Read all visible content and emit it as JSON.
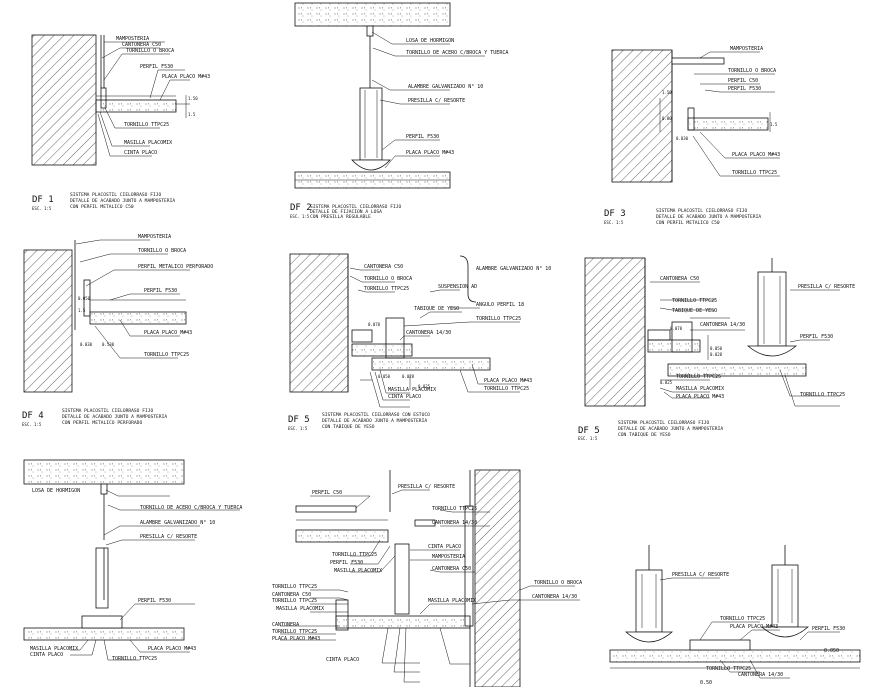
{
  "sheet": {
    "details": [
      {
        "id": "df1",
        "title": "DF 1",
        "scale": "ESC. 1:5",
        "caption": [
          "SISTEMA PLACOSTIL CIELORRASO FIJO",
          "DETALLE DE ACABADO JUNTO A MAMPOSTERIA",
          "CON PERFIL METALICO C50"
        ],
        "labels": [
          "MAMPOSTERIA",
          "CANTONERA C50",
          "TORNILLO O BROCA",
          "PERFIL F530",
          "PLACA PLACO M#43",
          "TORNILLO TTPC25",
          "MASILLA PLACOMIX",
          "CINTA PLACO"
        ],
        "dims": [
          "1.50",
          "1.5"
        ]
      },
      {
        "id": "df2",
        "title": "DF 2",
        "scale": "ESC. 1:5",
        "caption": [
          "SISTEMA PLACOSTIL CIELORRASO FIJO",
          "DETALLE DE FIJACION A LOSA",
          "CON PRESILLA REGULABLE"
        ],
        "labels": [
          "LOSA DE HORMIGON",
          "TORNILLO DE ACERO C/BROCA Y TUERCA",
          "ALAMBRE GALVANIZADO N° 10",
          "PRESILLA C/ RESORTE",
          "PERFIL F530",
          "PLACA PLACO M#43"
        ]
      },
      {
        "id": "df3",
        "title": "DF 3",
        "scale": "ESC. 1:5",
        "caption": [
          "SISTEMA PLACOSTIL CIELORRASO FIJO",
          "DETALLE DE ACABADO JUNTO A MAMPOSTERIA",
          "CON PERFIL METALICO C50"
        ],
        "labels": [
          "MAMPOSTERIA",
          "TORNILLO O BROCA",
          "PERFIL C50",
          "PERFIL F530",
          "PLACA PLACO M#43",
          "TORNILLO TTPC25"
        ],
        "dims": [
          "1.50",
          "0.80",
          "1.5",
          "0.030"
        ]
      },
      {
        "id": "df4",
        "title": "DF 4",
        "scale": "ESC. 1:5",
        "caption": [
          "SISTEMA PLACOSTIL CIELORRASO FIJO",
          "DETALLE DE ACABADO JUNTO A MAMPOSTERIA",
          "CON PERFIL METALICO PERFORADO"
        ],
        "labels": [
          "MAMPOSTERIA",
          "TORNILLO O BROCA",
          "PERFIL METALICO PERFORADO",
          "PERFIL F530",
          "PLACA PLACO M#43",
          "TORNILLO TTPC25"
        ],
        "dims": [
          "0.050",
          "1.5",
          "0.030",
          "0.530"
        ]
      },
      {
        "id": "df5a",
        "title": "DF 5",
        "scale": "ESC. 1:5",
        "caption": [
          "SISTEMA PLACOSTIL CIELORRASO CON ESTUCO",
          "DETALLE DE ACABADO JUNTO A MAMPOSTERIA",
          "CON TABIQUE DE YESO"
        ],
        "labels": [
          "CANTONERA C50",
          "TORNILLO O BROCA",
          "TORNILLO TTPC25",
          "ALAMBRE GALVANIZADO N° 10",
          "SUSPENSION AD",
          "ANGULO PERFIL 18",
          "TABIQUE DE YESO",
          "TORNILLO TTPC25",
          "CANTONERA 14/30",
          "PLACA PLACO M#43",
          "TORNILLO TTPC25",
          "MASILLA PLACOMIX",
          "CINTA PLACO"
        ],
        "dims": [
          "0.078",
          "0.050",
          "0.028",
          "0.025"
        ]
      },
      {
        "id": "df5b",
        "title": "DF 5",
        "scale": "ESC. 1:5",
        "caption": [
          "SISTEMA PLACOSTIL CIELORRASO FIJO",
          "DETALLE DE ACABADO JUNTO A MAMPOSTERIA",
          "CON TABIQUE DE YESO"
        ],
        "labels": [
          "CANTONERA C50",
          "PRESILLA C/ RESORTE",
          "TORNILLO TTPC25",
          "TABIQUE DE YESO",
          "CANTONERA 14/30",
          "PERFIL F530",
          "TORNILLO TTPC25",
          "MASILLA PLACOMIX",
          "PLACA PLACO M#43",
          "TORNILLO TTPC25"
        ],
        "dims": [
          "0.078",
          "0.050",
          "0.028",
          "0.025"
        ]
      },
      {
        "id": "df6",
        "labels": [
          "LOSA DE HORMIGON",
          "TORNILLO DE ACERO C/BROCA Y TUERCA",
          "ALAMBRE GALVANIZADO N° 10",
          "PRESILLA C/ RESORTE",
          "PERFIL F530",
          "MASILLA PLACOMIX",
          "CINTA PLACO",
          "TORNILLO TTPC25",
          "PLACA PLACO M#43"
        ]
      },
      {
        "id": "df7",
        "labels": [
          "PERFIL C50",
          "PRESILLA C/ RESORTE",
          "TORNILLO TTPC25",
          "CANTONERA 14/30",
          "TORNILLO TTPC25",
          "PERFIL F530",
          "MASILLA PLACOMIX",
          "CINTA PLACO",
          "MAMPOSTERIA",
          "CANTONERA C50",
          "TORNILLO O BROCA",
          "CANTONERA 14/30",
          "TORNILLO TTPC25",
          "CANTONERA C50",
          "TORNILLO TTPC25",
          "MASILLA PLACOMIX",
          "CANTONERA",
          "TORNILLO TTPC25",
          "PLACA PLACO M#43",
          "MASILLA PLACOMIX",
          "CINTA PLACO"
        ]
      },
      {
        "id": "df8",
        "labels": [
          "PRESILLA C/ RESORTE",
          "TORNILLO TTPC25",
          "PLACA PLACO M#43",
          "PERFIL F530",
          "TORNILLO TTPC25",
          "CANTONERA 14/30",
          "0.50",
          "0.050"
        ]
      }
    ]
  }
}
